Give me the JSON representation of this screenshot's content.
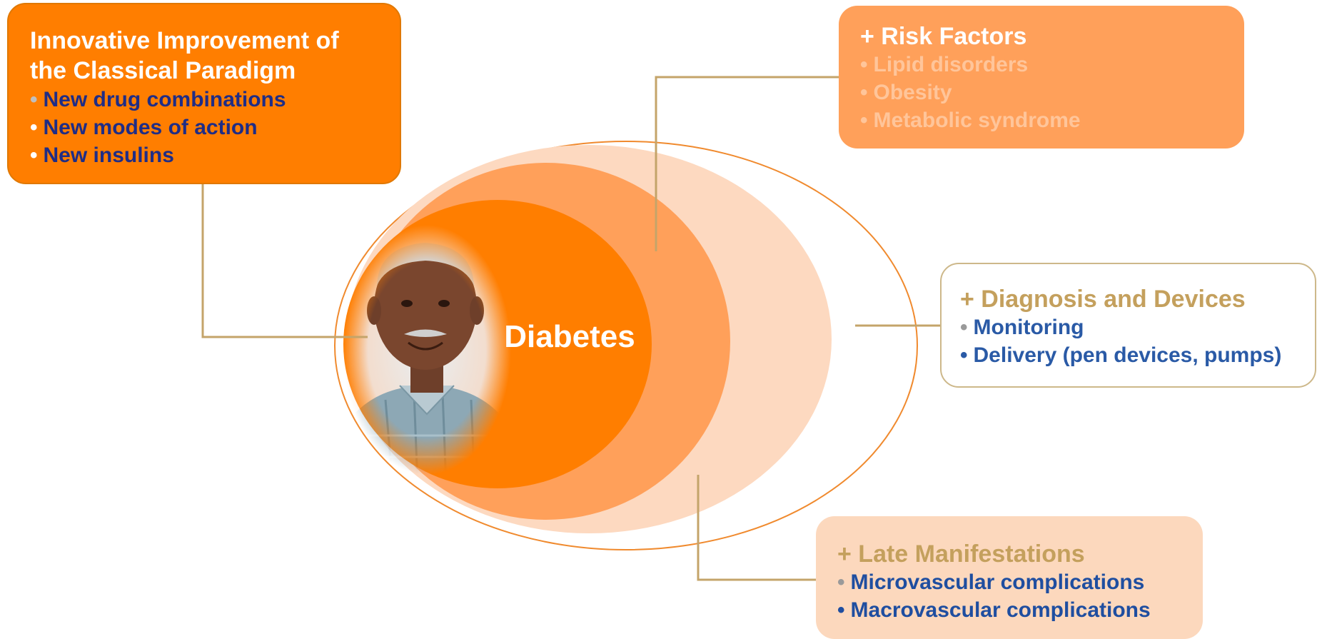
{
  "center": {
    "label": "Diabetes"
  },
  "boxes": {
    "paradigm": {
      "title_line1": "Innovative Improvement of",
      "title_line2": "the Classical Paradigm",
      "items": [
        "New drug combinations",
        "New modes of action",
        "New insulins"
      ]
    },
    "risk": {
      "title": "+ Risk Factors",
      "items": [
        "Lipid disorders",
        "Obesity",
        "Metabolic syndrome"
      ]
    },
    "diagnosis": {
      "title": "+ Diagnosis and Devices",
      "items": [
        "Monitoring",
        "Delivery (pen devices, pumps)"
      ]
    },
    "late": {
      "title": "+ Late Manifestations",
      "items": [
        "Microvascular complications",
        "Macrovascular complications"
      ]
    }
  },
  "bullet_char": "•",
  "colors": {
    "orange_primary": "#ff7e00",
    "orange_mid": "#ffa05a",
    "orange_light": "#fdd9c0",
    "connector_tan": "#c4a46a",
    "navy_text": "#1f2d86",
    "blue_text": "#2a5aa6"
  },
  "photo": {
    "subject": "smiling elderly man in plaid shirt"
  }
}
